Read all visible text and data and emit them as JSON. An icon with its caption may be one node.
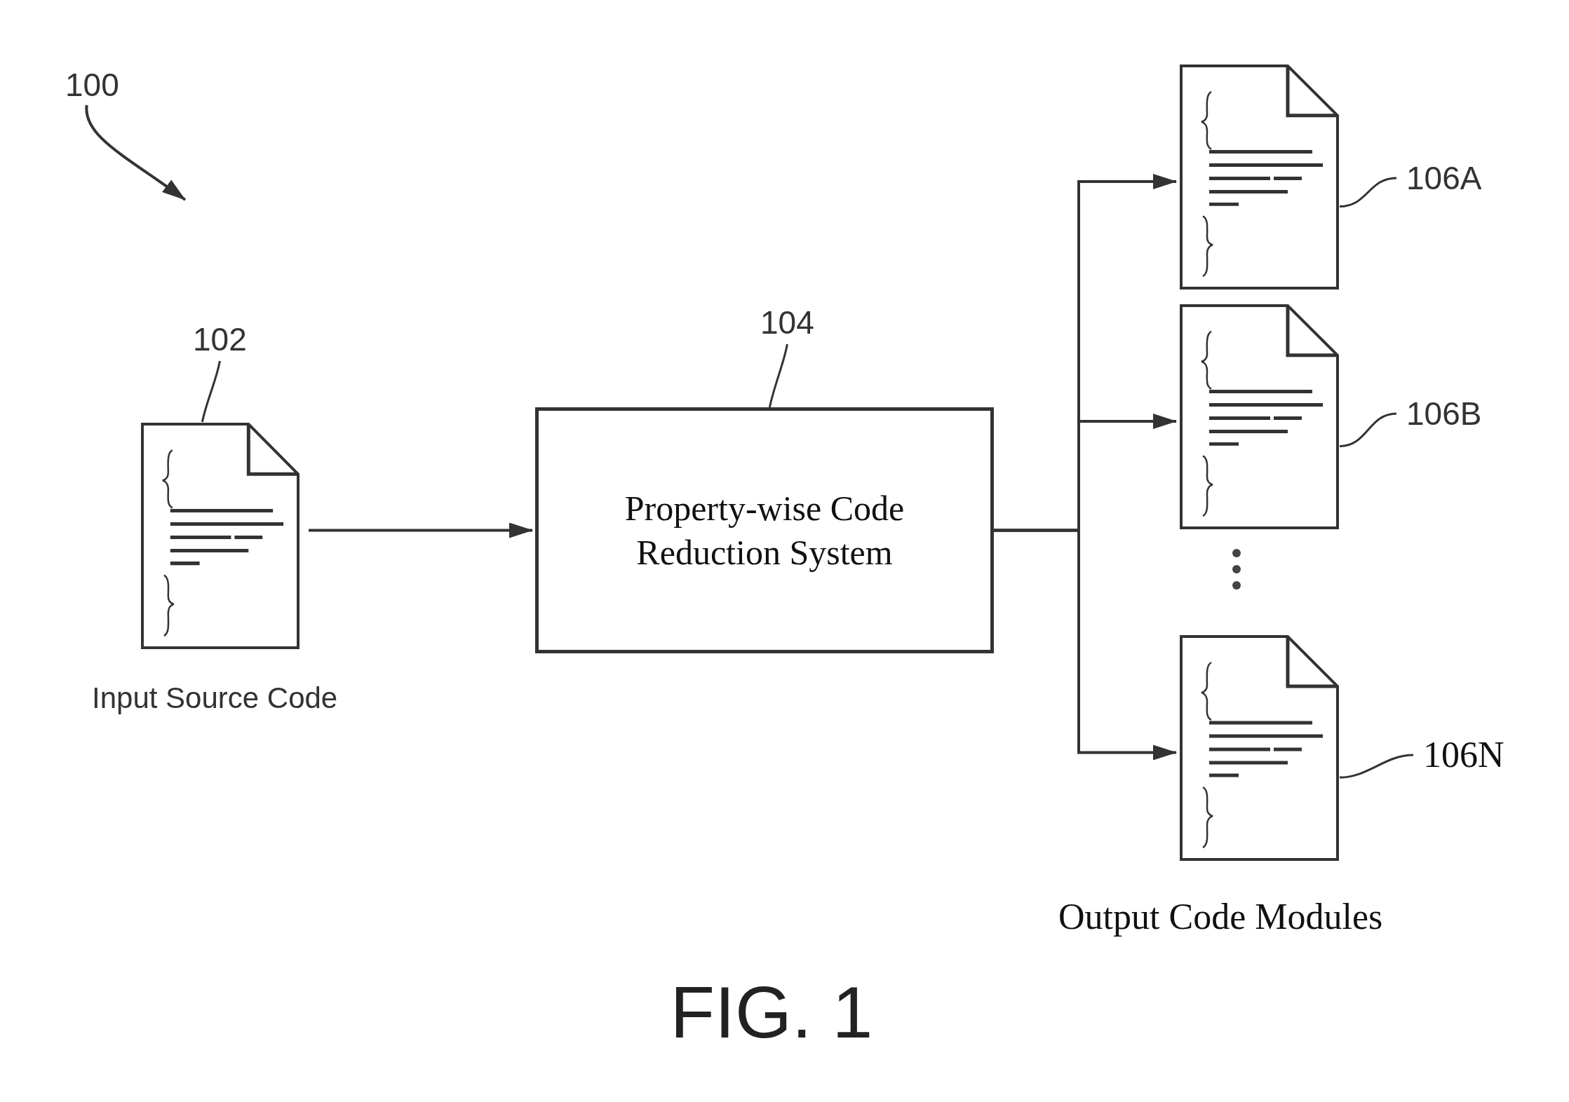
{
  "diagram": {
    "caption": "FIG. 1",
    "nodes": [
      {
        "text": [
          "100"
        ]
      },
      {
        "text": [
          "102"
        ]
      },
      {
        "text": [],
        "shape": "document",
        "beside": [
          "Input Source Code"
        ]
      },
      {
        "text": [
          "104"
        ]
      },
      {
        "text": [
          "Property-wise Code Reduction System"
        ]
      },
      {
        "text": [],
        "shape": "document"
      },
      {
        "text": [
          "106A"
        ]
      },
      {
        "text": [],
        "shape": "document"
      },
      {
        "text": [
          "106B"
        ]
      },
      {
        "text": [],
        "shape": "document"
      },
      {
        "text": [
          "106N"
        ]
      }
    ],
    "edges": [
      {
        "from": 0,
        "to": null,
        "arrow": "to"
      },
      {
        "from": 1,
        "to": 2,
        "arrow": "none"
      },
      {
        "from": 2,
        "to": 4,
        "arrow": "to"
      },
      {
        "from": 3,
        "to": 4,
        "arrow": "none"
      },
      {
        "from": 4,
        "to": 5,
        "arrow": "to"
      },
      {
        "from": 4,
        "to": 7,
        "arrow": "to"
      },
      {
        "from": 4,
        "to": 9,
        "arrow": "to"
      },
      {
        "from": 6,
        "to": 5,
        "arrow": "none"
      },
      {
        "from": 8,
        "to": 7,
        "arrow": "none"
      },
      {
        "from": 10,
        "to": 9,
        "arrow": "none"
      }
    ],
    "labels": [
      "Output Code Modules"
    ]
  }
}
